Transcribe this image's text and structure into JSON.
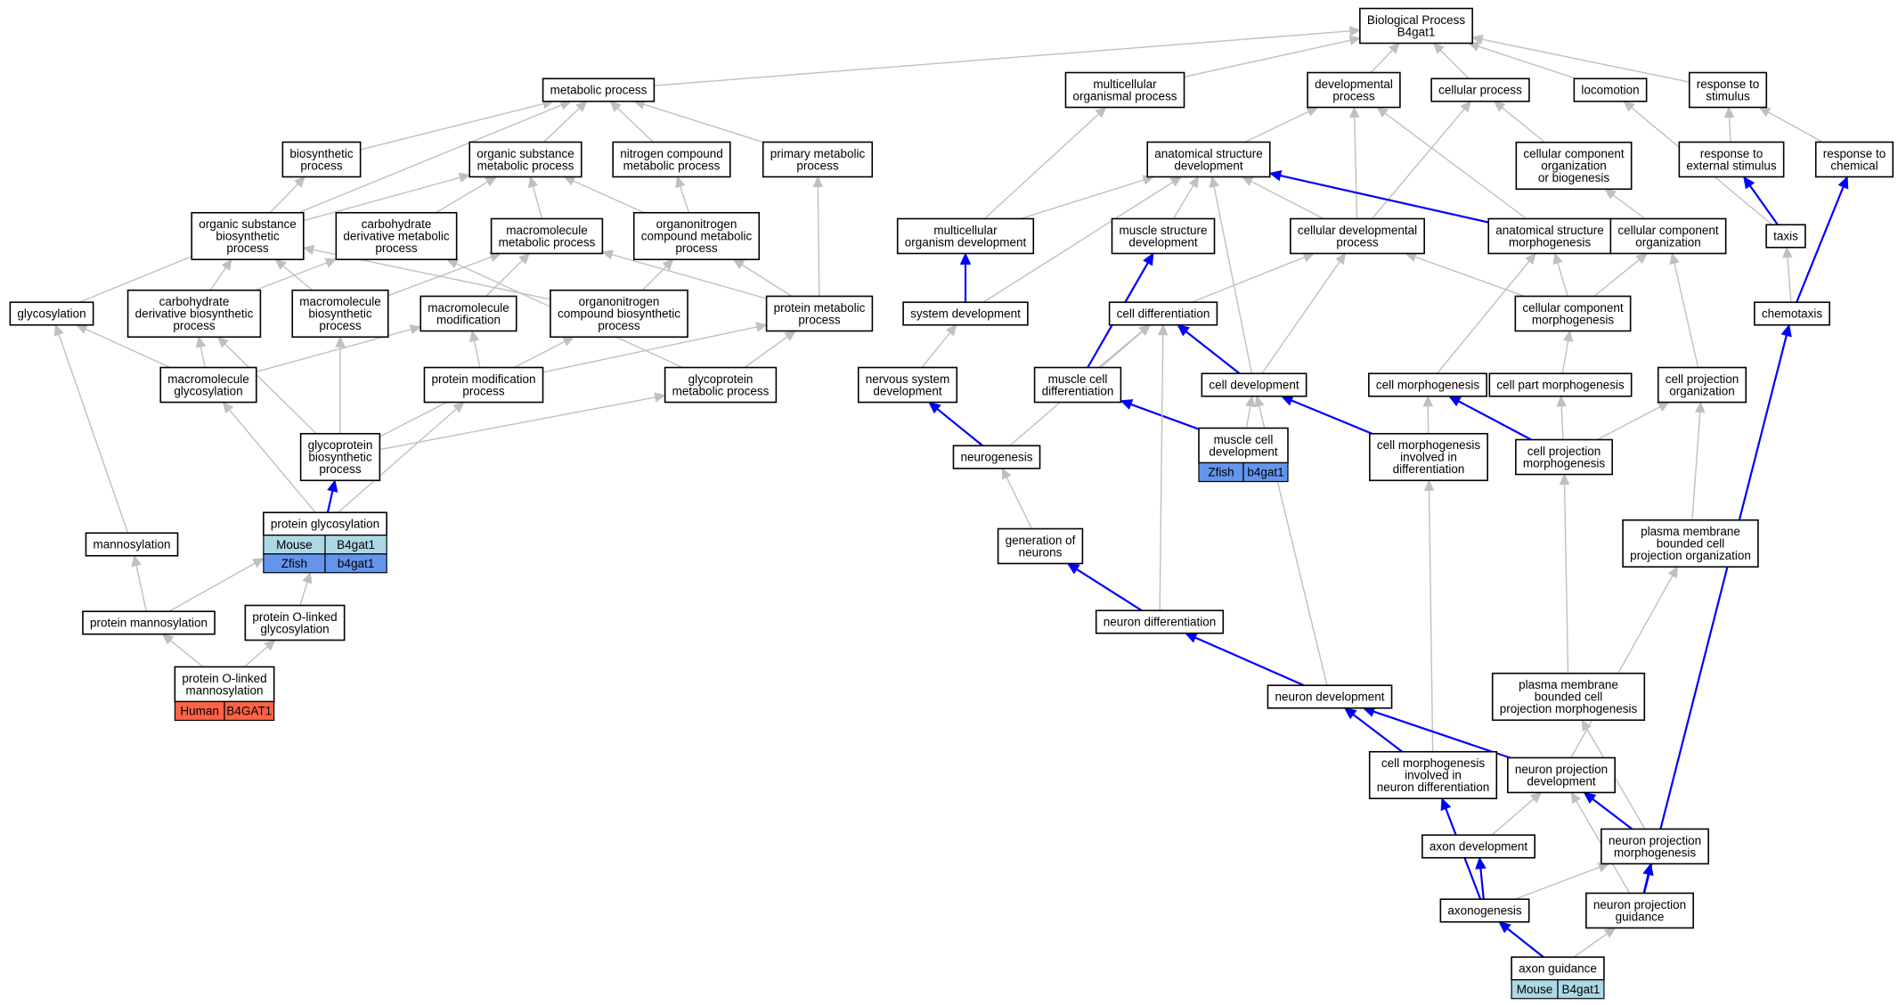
{
  "colors": {
    "edge_default": "#c0c0c0",
    "edge_highlight": "#0000ff",
    "Mouse": "#add8e6",
    "Zfish": "#6495ed",
    "Human": "#ff6347"
  },
  "nodes": [
    {
      "id": "bp",
      "lines": [
        "Biological Process",
        "B4gat1"
      ]
    },
    {
      "id": "metabolic",
      "lines": [
        "metabolic process"
      ]
    },
    {
      "id": "multicell",
      "lines": [
        "multicellular",
        "organismal process"
      ]
    },
    {
      "id": "devproc",
      "lines": [
        "developmental",
        "process"
      ]
    },
    {
      "id": "cellproc",
      "lines": [
        "cellular process"
      ]
    },
    {
      "id": "locomotion",
      "lines": [
        "locomotion"
      ]
    },
    {
      "id": "respstim",
      "lines": [
        "response to",
        "stimulus"
      ]
    },
    {
      "id": "biosyn",
      "lines": [
        "biosynthetic",
        "process"
      ]
    },
    {
      "id": "orgsubmet",
      "lines": [
        "organic substance",
        "metabolic process"
      ]
    },
    {
      "id": "nitromet",
      "lines": [
        "nitrogen compound",
        "metabolic process"
      ]
    },
    {
      "id": "primmet",
      "lines": [
        "primary metabolic",
        "process"
      ]
    },
    {
      "id": "anatdev",
      "lines": [
        "anatomical structure",
        "development"
      ]
    },
    {
      "id": "ccorgbio",
      "lines": [
        "cellular component",
        "organization",
        "or biogenesis"
      ]
    },
    {
      "id": "respext",
      "lines": [
        "response to",
        "external stimulus"
      ]
    },
    {
      "id": "respchem",
      "lines": [
        "response to",
        "chemical"
      ]
    },
    {
      "id": "orgsubbio",
      "lines": [
        "organic substance",
        "biosynthetic",
        "process"
      ]
    },
    {
      "id": "carbmet",
      "lines": [
        "carbohydrate",
        "derivative metabolic",
        "process"
      ]
    },
    {
      "id": "macromet",
      "lines": [
        "macromolecule",
        "metabolic process"
      ]
    },
    {
      "id": "orgnitromet",
      "lines": [
        "organonitrogen",
        "compound metabolic",
        "process"
      ]
    },
    {
      "id": "multidev",
      "lines": [
        "multicellular",
        "organism development"
      ]
    },
    {
      "id": "musclestruct",
      "lines": [
        "muscle structure",
        "development"
      ]
    },
    {
      "id": "celldevproc",
      "lines": [
        "cellular developmental",
        "process"
      ]
    },
    {
      "id": "anatmorph",
      "lines": [
        "anatomical structure",
        "morphogenesis"
      ]
    },
    {
      "id": "ccorg",
      "lines": [
        "cellular component",
        "organization"
      ]
    },
    {
      "id": "taxis",
      "lines": [
        "taxis"
      ]
    },
    {
      "id": "glycosylation",
      "lines": [
        "glycosylation"
      ]
    },
    {
      "id": "carbbio",
      "lines": [
        "carbohydrate",
        "derivative biosynthetic",
        "process"
      ]
    },
    {
      "id": "macrobio",
      "lines": [
        "macromolecule",
        "biosynthetic",
        "process"
      ]
    },
    {
      "id": "macromod",
      "lines": [
        "macromolecule",
        "modification"
      ]
    },
    {
      "id": "orgnitrobio",
      "lines": [
        "organonitrogen",
        "compound biosynthetic",
        "process"
      ]
    },
    {
      "id": "protmet",
      "lines": [
        "protein metabolic",
        "process"
      ]
    },
    {
      "id": "sysdev",
      "lines": [
        "system development"
      ]
    },
    {
      "id": "celldiff",
      "lines": [
        "cell differentiation"
      ]
    },
    {
      "id": "ccmorph",
      "lines": [
        "cellular component",
        "morphogenesis"
      ]
    },
    {
      "id": "chemotaxis",
      "lines": [
        "chemotaxis"
      ]
    },
    {
      "id": "macroglyc",
      "lines": [
        "macromolecule",
        "glycosylation"
      ]
    },
    {
      "id": "protmod",
      "lines": [
        "protein modification",
        "process"
      ]
    },
    {
      "id": "glycomet",
      "lines": [
        "glycoprotein",
        "metabolic process"
      ]
    },
    {
      "id": "nervdev",
      "lines": [
        "nervous system",
        "development"
      ]
    },
    {
      "id": "muscdiff",
      "lines": [
        "muscle cell",
        "differentiation"
      ]
    },
    {
      "id": "celldev",
      "lines": [
        "cell development"
      ]
    },
    {
      "id": "cellmorph",
      "lines": [
        "cell morphogenesis"
      ]
    },
    {
      "id": "cpmorphpart",
      "lines": [
        "cell part morphogenesis"
      ]
    },
    {
      "id": "cporg",
      "lines": [
        "cell projection",
        "organization"
      ]
    },
    {
      "id": "glycobio",
      "lines": [
        "glycoprotein",
        "biosynthetic",
        "process"
      ]
    },
    {
      "id": "neurogenesis",
      "lines": [
        "neurogenesis"
      ]
    },
    {
      "id": "musccelldev",
      "lines": [
        "muscle cell",
        "development"
      ],
      "annot": [
        [
          "Zfish",
          "b4gat1"
        ]
      ]
    },
    {
      "id": "cmid",
      "lines": [
        "cell morphogenesis",
        "involved in",
        "differentiation"
      ]
    },
    {
      "id": "cpm",
      "lines": [
        "cell projection",
        "morphogenesis"
      ]
    },
    {
      "id": "protglyc",
      "lines": [
        "protein glycosylation"
      ],
      "annot": [
        [
          "Mouse",
          "B4gat1"
        ],
        [
          "Zfish",
          "b4gat1"
        ]
      ]
    },
    {
      "id": "mannosylation",
      "lines": [
        "mannosylation"
      ]
    },
    {
      "id": "pmbcpo",
      "lines": [
        "plasma membrane",
        "bounded cell",
        "projection organization"
      ]
    },
    {
      "id": "genneur",
      "lines": [
        "generation of",
        "neurons"
      ]
    },
    {
      "id": "protmann",
      "lines": [
        "protein mannosylation"
      ]
    },
    {
      "id": "protoglyc",
      "lines": [
        "protein O-linked",
        "glycosylation"
      ]
    },
    {
      "id": "neurdiff",
      "lines": [
        "neuron differentiation"
      ]
    },
    {
      "id": "protomann",
      "lines": [
        "protein O-linked",
        "mannosylation"
      ],
      "annot": [
        [
          "Human",
          "B4GAT1"
        ]
      ]
    },
    {
      "id": "pmbcpm",
      "lines": [
        "plasma membrane",
        "bounded cell",
        "projection morphogenesis"
      ]
    },
    {
      "id": "neurdev",
      "lines": [
        "neuron development"
      ]
    },
    {
      "id": "cmind",
      "lines": [
        "cell morphogenesis",
        "involved in",
        "neuron differentiation"
      ]
    },
    {
      "id": "npdev",
      "lines": [
        "neuron projection",
        "development"
      ]
    },
    {
      "id": "axondev",
      "lines": [
        "axon development"
      ]
    },
    {
      "id": "npmorph",
      "lines": [
        "neuron projection",
        "morphogenesis"
      ]
    },
    {
      "id": "axonogenesis",
      "lines": [
        "axonogenesis"
      ]
    },
    {
      "id": "npguid",
      "lines": [
        "neuron projection",
        "guidance"
      ]
    },
    {
      "id": "axonguid",
      "lines": [
        "axon guidance"
      ],
      "annot": [
        [
          "Mouse",
          "B4gat1"
        ]
      ]
    }
  ],
  "edges": [
    [
      "metabolic",
      "bp"
    ],
    [
      "multicell",
      "bp"
    ],
    [
      "devproc",
      "bp"
    ],
    [
      "cellproc",
      "bp"
    ],
    [
      "locomotion",
      "bp"
    ],
    [
      "respstim",
      "bp"
    ],
    [
      "biosyn",
      "metabolic"
    ],
    [
      "orgsubmet",
      "metabolic"
    ],
    [
      "nitromet",
      "metabolic"
    ],
    [
      "primmet",
      "metabolic"
    ],
    [
      "glycosylation",
      "metabolic"
    ],
    [
      "anatdev",
      "devproc"
    ],
    [
      "ccorgbio",
      "cellproc"
    ],
    [
      "celldevproc",
      "cellproc"
    ],
    [
      "anatmorph",
      "devproc"
    ],
    [
      "celldevproc",
      "devproc"
    ],
    [
      "respext",
      "respstim"
    ],
    [
      "respchem",
      "respstim"
    ],
    [
      "taxis",
      "locomotion"
    ],
    [
      "taxis",
      "respext",
      "blue"
    ],
    [
      "chemotaxis",
      "taxis"
    ],
    [
      "chemotaxis",
      "respchem",
      "blue"
    ],
    [
      "orgsubbio",
      "biosyn"
    ],
    [
      "orgsubbio",
      "orgsubmet"
    ],
    [
      "carbmet",
      "orgsubmet"
    ],
    [
      "macromet",
      "orgsubmet"
    ],
    [
      "orgnitromet",
      "orgsubmet"
    ],
    [
      "orgnitromet",
      "nitromet"
    ],
    [
      "protmet",
      "primmet"
    ],
    [
      "protmet",
      "orgnitromet"
    ],
    [
      "protmet",
      "macromet"
    ],
    [
      "multidev",
      "anatdev"
    ],
    [
      "multidev",
      "multicell"
    ],
    [
      "musclestruct",
      "anatdev"
    ],
    [
      "sysdev",
      "anatdev"
    ],
    [
      "sysdev",
      "multidev",
      "blue"
    ],
    [
      "anatmorph",
      "anatdev",
      "blue"
    ],
    [
      "celldevproc",
      "anatdev"
    ],
    [
      "ccorg",
      "ccorgbio"
    ],
    [
      "carbbio",
      "orgsubbio"
    ],
    [
      "carbbio",
      "carbmet"
    ],
    [
      "macrobio",
      "orgsubbio"
    ],
    [
      "macrobio",
      "macromet"
    ],
    [
      "macromod",
      "macromet"
    ],
    [
      "orgnitrobio",
      "orgnitromet"
    ],
    [
      "orgnitrobio",
      "orgsubbio"
    ],
    [
      "celldiff",
      "celldevproc"
    ],
    [
      "ccmorph",
      "anatmorph"
    ],
    [
      "ccmorph",
      "celldevproc"
    ],
    [
      "ccmorph",
      "ccorg"
    ],
    [
      "macroglyc",
      "glycosylation"
    ],
    [
      "macroglyc",
      "carbbio"
    ],
    [
      "macroglyc",
      "macromod"
    ],
    [
      "protmod",
      "macromod"
    ],
    [
      "protmod",
      "protmet"
    ],
    [
      "glycomet",
      "protmet"
    ],
    [
      "glycomet",
      "carbmet"
    ],
    [
      "nervdev",
      "sysdev"
    ],
    [
      "muscdiff",
      "celldiff"
    ],
    [
      "muscdiff",
      "musclestruct",
      "blue"
    ],
    [
      "celldev",
      "celldiff",
      "blue"
    ],
    [
      "celldev",
      "celldevproc"
    ],
    [
      "celldev",
      "anatdev"
    ],
    [
      "cellmorph",
      "anatmorph"
    ],
    [
      "cpmorphpart",
      "ccmorph"
    ],
    [
      "cporg",
      "ccorg"
    ],
    [
      "glycobio",
      "glycomet"
    ],
    [
      "glycobio",
      "macrobio"
    ],
    [
      "glycobio",
      "orgnitrobio"
    ],
    [
      "glycobio",
      "carbbio"
    ],
    [
      "neurogenesis",
      "nervdev",
      "blue"
    ],
    [
      "neurogenesis",
      "celldiff"
    ],
    [
      "musccelldev",
      "muscdiff",
      "blue"
    ],
    [
      "musccelldev",
      "celldev"
    ],
    [
      "cmid",
      "cellmorph"
    ],
    [
      "cmid",
      "celldev",
      "blue"
    ],
    [
      "cpm",
      "cellmorph",
      "blue"
    ],
    [
      "cpm",
      "cpmorphpart"
    ],
    [
      "cpm",
      "cporg"
    ],
    [
      "protglyc",
      "glycobio",
      "blue"
    ],
    [
      "protglyc",
      "macroglyc"
    ],
    [
      "protglyc",
      "protmod"
    ],
    [
      "mannosylation",
      "glycosylation"
    ],
    [
      "pmbcpo",
      "cporg"
    ],
    [
      "genneur",
      "neurogenesis"
    ],
    [
      "protmann",
      "mannosylation"
    ],
    [
      "protmann",
      "protglyc"
    ],
    [
      "protoglyc",
      "protglyc"
    ],
    [
      "neurdiff",
      "genneur",
      "blue"
    ],
    [
      "neurdiff",
      "celldiff"
    ],
    [
      "protomann",
      "protmann"
    ],
    [
      "protomann",
      "protoglyc"
    ],
    [
      "pmbcpm",
      "cpm"
    ],
    [
      "neurdev",
      "neurdiff",
      "blue"
    ],
    [
      "neurdev",
      "celldev"
    ],
    [
      "cmind",
      "neurdev",
      "blue"
    ],
    [
      "cmind",
      "cmid"
    ],
    [
      "npdev",
      "neurdev",
      "blue"
    ],
    [
      "npdev",
      "pmbcpo"
    ],
    [
      "axondev",
      "npdev"
    ],
    [
      "npmorph",
      "npdev",
      "blue"
    ],
    [
      "npmorph",
      "pmbcpm"
    ],
    [
      "axonogenesis",
      "cmind",
      "blue"
    ],
    [
      "axonogenesis",
      "axondev",
      "blue"
    ],
    [
      "axonogenesis",
      "npmorph"
    ],
    [
      "npguid",
      "npmorph",
      "blue"
    ],
    [
      "npguid",
      "npdev"
    ],
    [
      "npguid",
      "chemotaxis",
      "blue"
    ],
    [
      "axonguid",
      "axonogenesis",
      "blue"
    ],
    [
      "axonguid",
      "npguid"
    ]
  ]
}
